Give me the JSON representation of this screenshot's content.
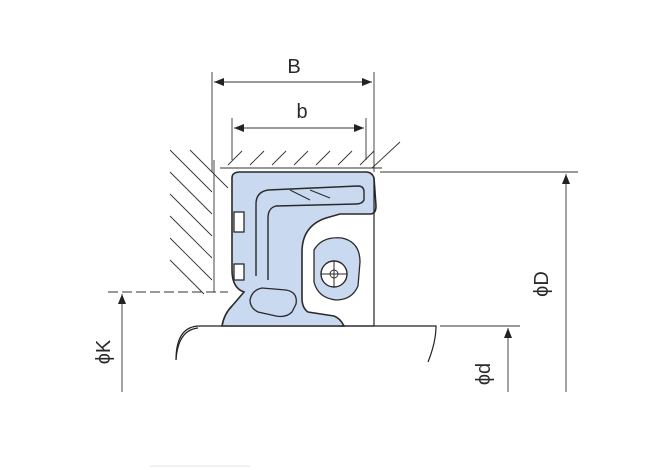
{
  "labels": {
    "B": "B",
    "b": "b",
    "D": "ϕD",
    "K": "ϕK",
    "d": "ϕd"
  },
  "colors": {
    "seal_fill": "#c9d9ef",
    "seal_stroke": "#2a2a2a",
    "lines": "#222222"
  }
}
